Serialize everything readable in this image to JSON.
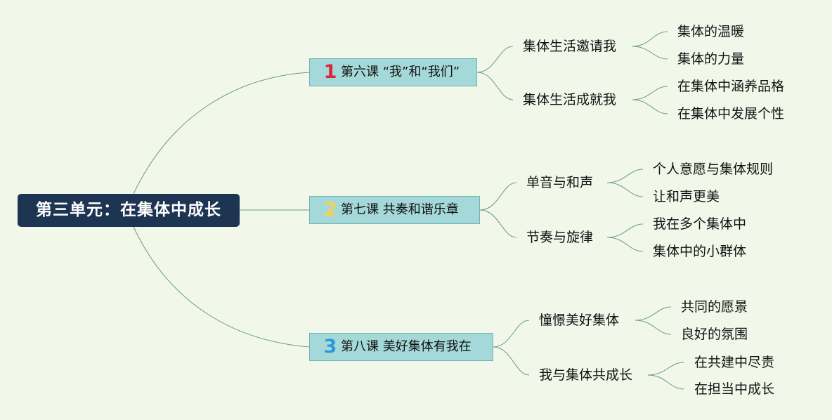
{
  "colors": {
    "background": "#f1f8ea",
    "root_fill": "#1d3553",
    "lesson_fill": "#a5d9d9",
    "connector": "#6a9a86",
    "num_1": "#d8283a",
    "num_2": "#f1d252",
    "num_3": "#2e99d6"
  },
  "root": {
    "title": "第三单元：在集体中成长"
  },
  "lessons": [
    {
      "num": "1",
      "label": "第六课 “我”和“我们”",
      "topics": [
        {
          "label": "集体生活邀请我",
          "leaves": [
            "集体的温暖",
            "集体的力量"
          ]
        },
        {
          "label": "集体生活成就我",
          "leaves": [
            "在集体中涵养品格",
            "在集体中发展个性"
          ]
        }
      ]
    },
    {
      "num": "2",
      "label": "第七课 共奏和谐乐章",
      "topics": [
        {
          "label": "单音与和声",
          "leaves": [
            "个人意愿与集体规则",
            "让和声更美"
          ]
        },
        {
          "label": "节奏与旋律",
          "leaves": [
            "我在多个集体中",
            "集体中的小群体"
          ]
        }
      ]
    },
    {
      "num": "3",
      "label": "第八课 美好集体有我在",
      "topics": [
        {
          "label": "憧憬美好集体",
          "leaves": [
            "共同的愿景",
            "良好的氛围"
          ]
        },
        {
          "label": "我与集体共成长",
          "leaves": [
            "在共建中尽责",
            "在担当中成长"
          ]
        }
      ]
    }
  ]
}
